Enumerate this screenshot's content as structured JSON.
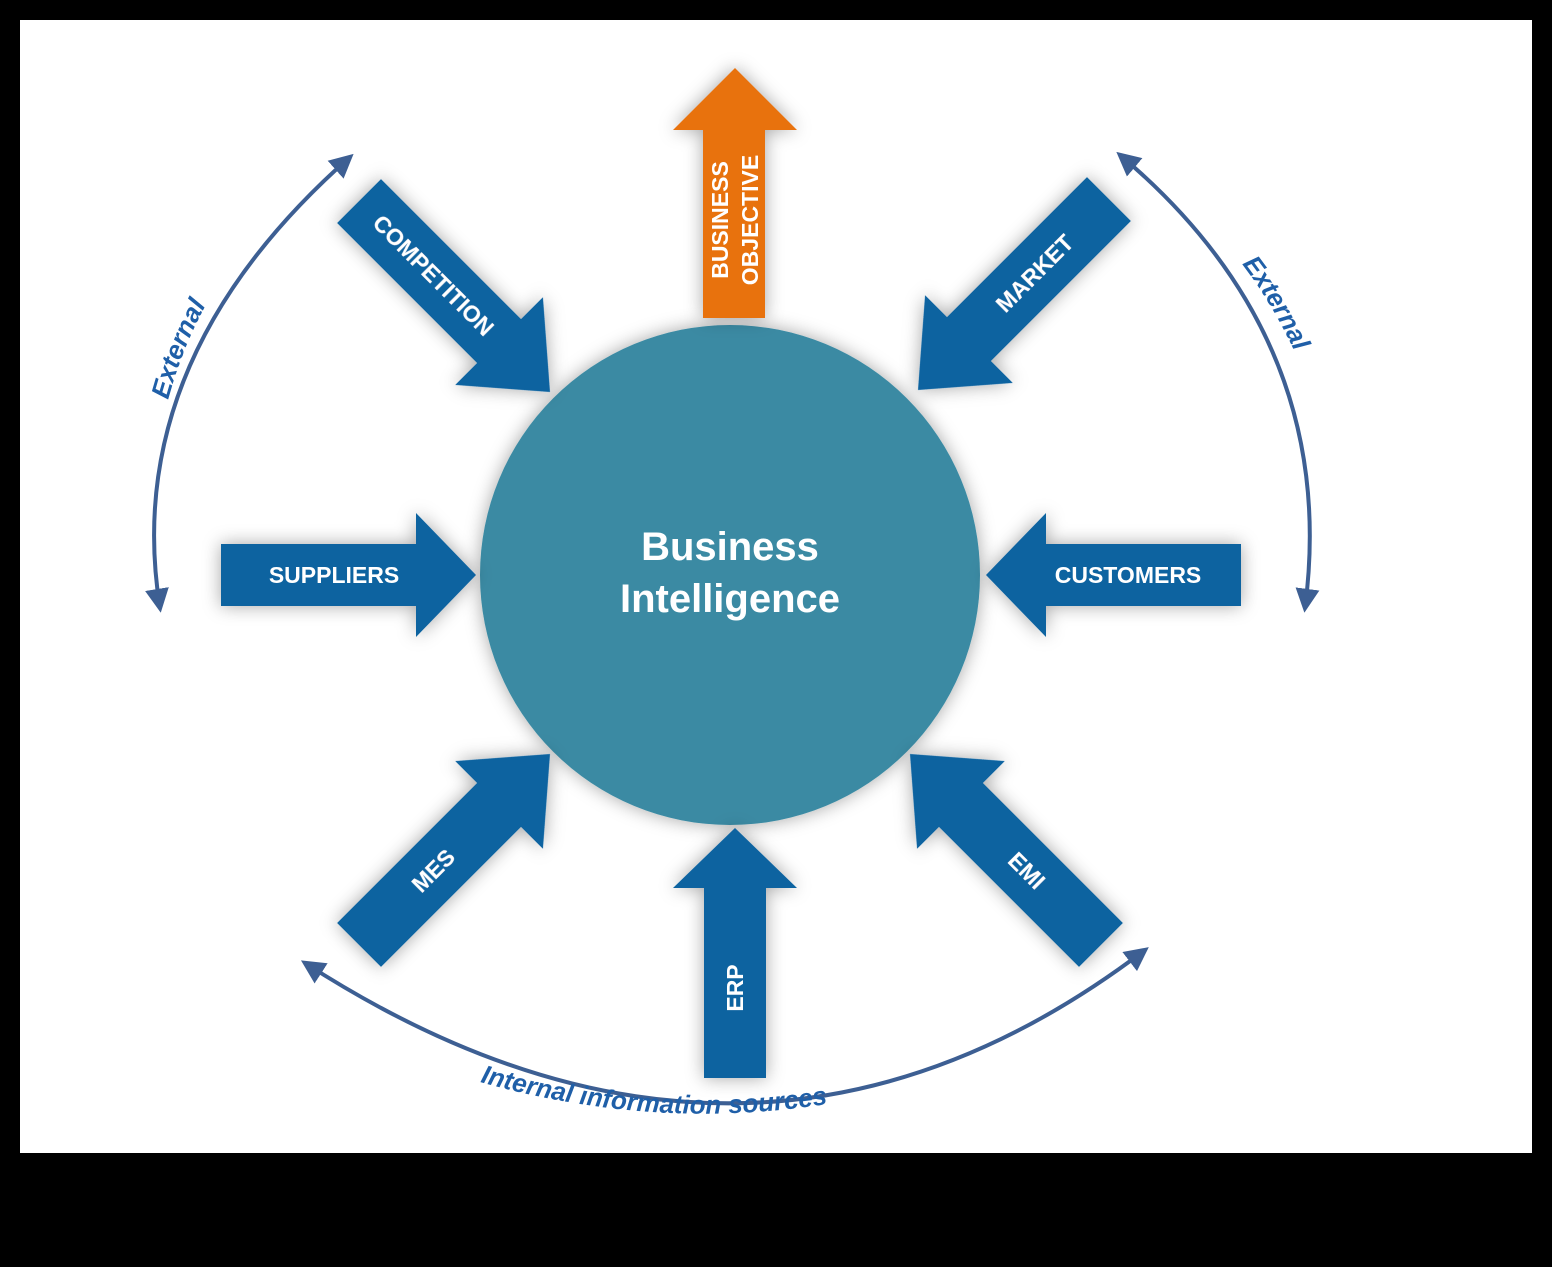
{
  "center": {
    "line1": "Business",
    "line2": "Intelligence"
  },
  "output_arrow": {
    "line1": "BUSINESS",
    "line2": "OBJECTIVE"
  },
  "inputs": {
    "competition": "COMPETITION",
    "market": "MARKET",
    "suppliers": "SUPPLIERS",
    "customers": "CUSTOMERS",
    "mes": "MES",
    "erp": "ERP",
    "emi": "EMI"
  },
  "groups": {
    "external_left": "External",
    "external_right": "External",
    "internal": "Internal information sources"
  },
  "colors": {
    "circle": "#3a8aa3",
    "input_arrow": "#0d63a0",
    "output_arrow": "#e8720f",
    "bracket": "#3d5f93",
    "group_text": "#1f5fa8"
  }
}
